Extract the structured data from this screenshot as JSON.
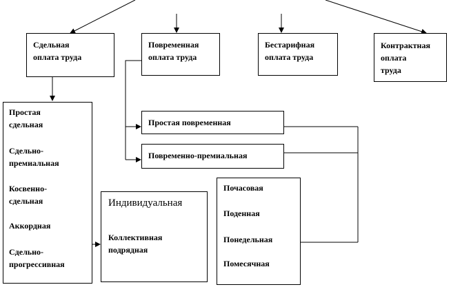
{
  "top_boxes": {
    "piece": "Сдельная\nоплата труда",
    "time": "Повременная\nоплата труда",
    "tariffless": "Бестарифная\nоплата труда",
    "contract": "Контрактная\nоплата\nтруда"
  },
  "piece_types": [
    "Простая\nсдельная",
    "Сдельно-\nпремиальная",
    "Косвенно-\nсдельная",
    "Аккордная",
    "Сдельно-\nпрогрессивная"
  ],
  "individual_box": {
    "title": "Индивидуальная",
    "subtitle": "Коллективная\nподрядная"
  },
  "time_types": {
    "simple": "Простая повременная",
    "premium": "Повременно-премиальная"
  },
  "time_periods": [
    "Почасовая",
    "Поденная",
    "Понедельная",
    "Помесячная"
  ]
}
